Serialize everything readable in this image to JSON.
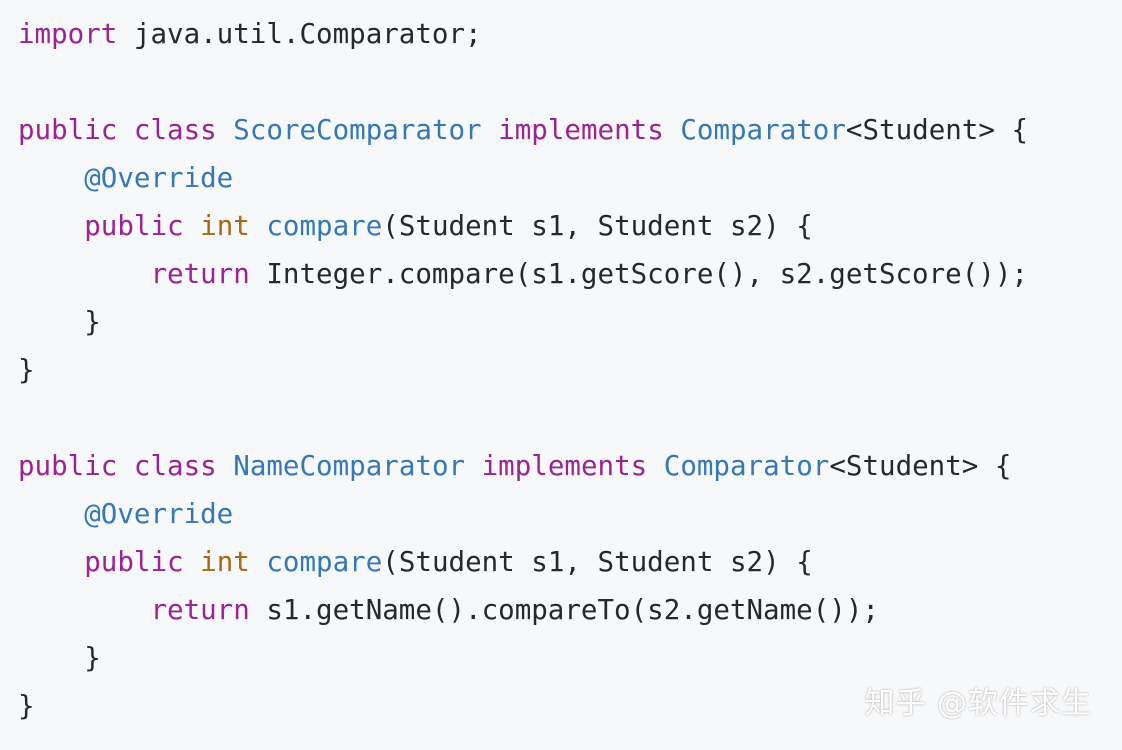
{
  "code": {
    "language": "java",
    "lines": [
      [
        "import",
        " java.util.Comparator;"
      ],
      [
        ""
      ],
      [
        "public",
        " ",
        "class",
        " ",
        "ScoreComparator",
        " ",
        "implements",
        " ",
        "Comparator",
        "<Student> {"
      ],
      [
        "    ",
        "@Override"
      ],
      [
        "    ",
        "public",
        " ",
        "int",
        " ",
        "compare",
        "(Student s1, Student s2) {"
      ],
      [
        "        ",
        "return",
        " Integer.compare(s1.getScore(), s2.getScore());"
      ],
      [
        "    }"
      ],
      [
        "}"
      ],
      [
        ""
      ],
      [
        "public",
        " ",
        "class",
        " ",
        "NameComparator",
        " ",
        "implements",
        " ",
        "Comparator",
        "<Student> {"
      ],
      [
        "    ",
        "@Override"
      ],
      [
        "    ",
        "public",
        " ",
        "int",
        " ",
        "compare",
        "(Student s1, Student s2) {"
      ],
      [
        "        ",
        "return",
        " s1.getName().compareTo(s2.getName());"
      ],
      [
        "    }"
      ],
      [
        "}"
      ]
    ]
  },
  "watermark": "知乎 @软件求生",
  "colors": {
    "background": "#f7f8fa",
    "text": "#24292e",
    "keyword": "#9b2393",
    "primitive": "#a96a14",
    "type": "#3478b8"
  }
}
